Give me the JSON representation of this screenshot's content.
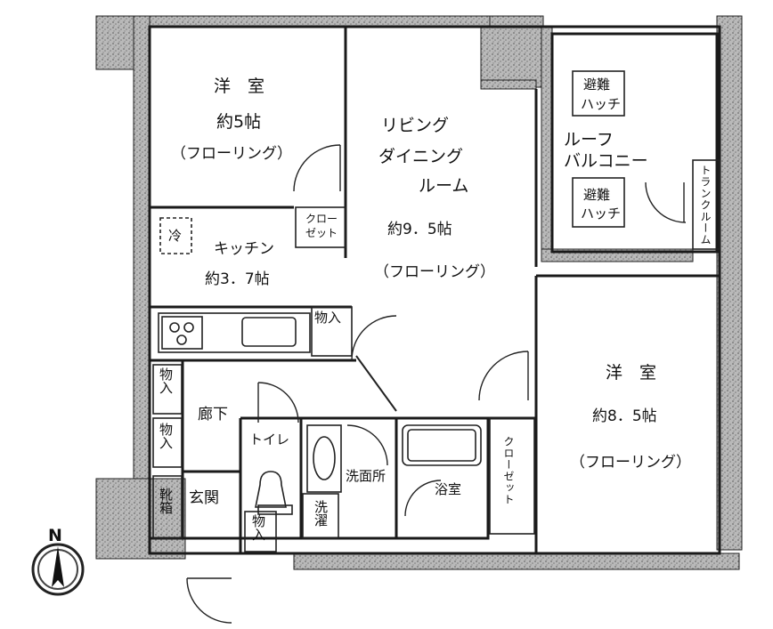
{
  "labels": {
    "bedroom_nw_name": "洋　室",
    "bedroom_nw_size": "約5帖",
    "bedroom_nw_floor": "（フローリング）",
    "living_line1": "リビング",
    "living_line2": "ダイニング",
    "living_line3": "ルーム",
    "living_size": "約9．5帖",
    "living_floor": "（フローリング）",
    "kitchen_name": "キッチン",
    "kitchen_size": "約3．7帖",
    "fridge": "冷",
    "closet_small_1": "クロー",
    "closet_small_2": "ゼット",
    "storage": "物入",
    "hallway": "廊下",
    "entrance": "玄関",
    "shoe_box": "靴箱",
    "toilet": "トイレ",
    "washroom": "洗面所",
    "bathroom": "浴室",
    "laundry": "洗濯",
    "closet_vertical": "クローゼット",
    "bedroom_se_name": "洋　室",
    "bedroom_se_size": "約8．5帖",
    "bedroom_se_floor": "（フローリング）",
    "roof_balcony_1": "ルーフ",
    "roof_balcony_2": "バルコニー",
    "escape_hatch_1": "避難",
    "escape_hatch_2": "ハッチ",
    "trunk_room": "トランクルーム",
    "north": "N"
  },
  "colors": {
    "wall": "#1a1a1a",
    "concrete": "#9a9a9a",
    "floor": "#ffffff"
  }
}
